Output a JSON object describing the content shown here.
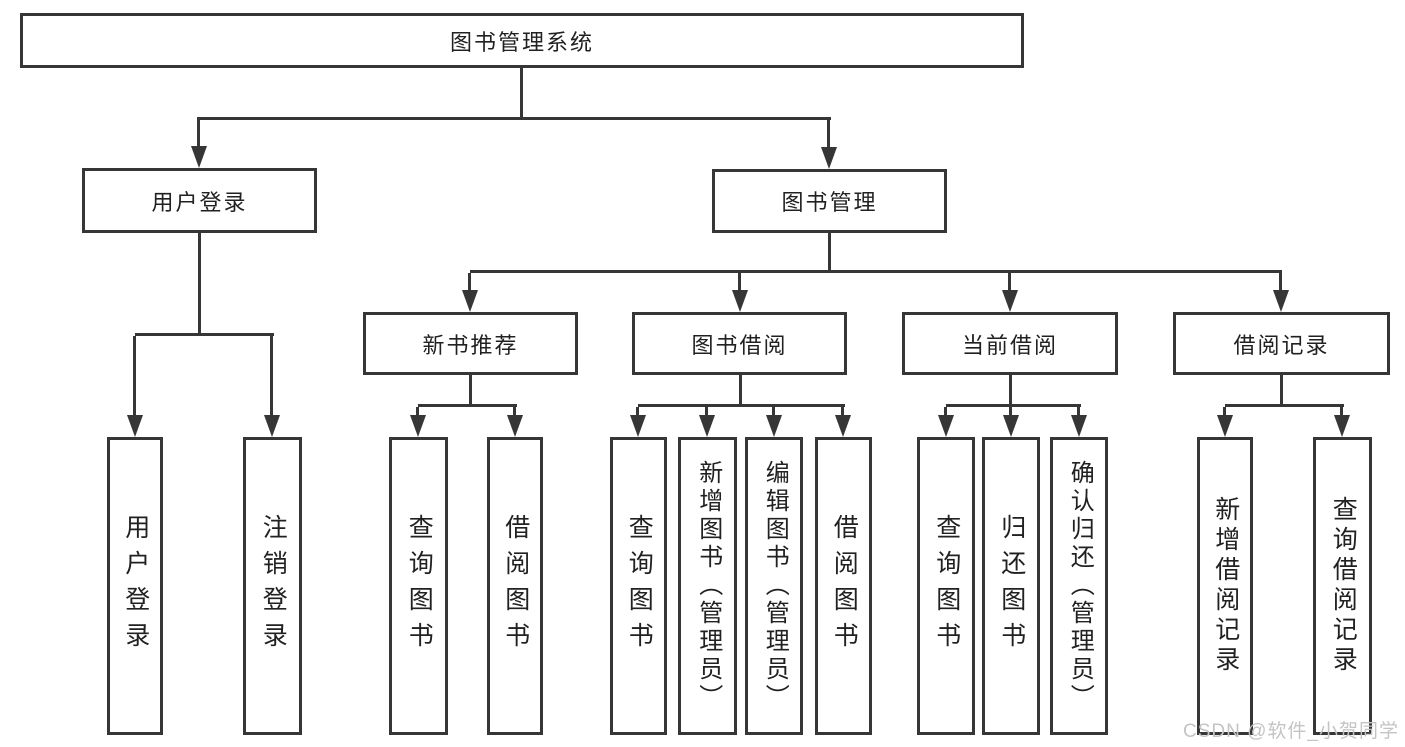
{
  "colors": {
    "line": "#363636",
    "text": "#212121",
    "watermark": "#c4c4c4",
    "background": "#ffffff"
  },
  "watermark": "CSDN @软件_小贺同学",
  "tree": {
    "root": {
      "label": "图书管理系统",
      "children": [
        {
          "label": "用户登录",
          "children": [
            {
              "label": "用户登录"
            },
            {
              "label": "注销登录"
            }
          ]
        },
        {
          "label": "图书管理",
          "children": [
            {
              "label": "新书推荐",
              "children": [
                {
                  "label": "查询图书"
                },
                {
                  "label": "借阅图书"
                }
              ]
            },
            {
              "label": "图书借阅",
              "children": [
                {
                  "label": "查询图书"
                },
                {
                  "label": "新增图书（管理员）"
                },
                {
                  "label": "编辑图书（管理员）"
                },
                {
                  "label": "借阅图书"
                }
              ]
            },
            {
              "label": "当前借阅",
              "children": [
                {
                  "label": "查询图书"
                },
                {
                  "label": "归还图书"
                },
                {
                  "label": "确认归还（管理员）"
                }
              ]
            },
            {
              "label": "借阅记录",
              "children": [
                {
                  "label": "新增借阅记录"
                },
                {
                  "label": "查询借阅记录"
                }
              ]
            }
          ]
        }
      ]
    }
  }
}
